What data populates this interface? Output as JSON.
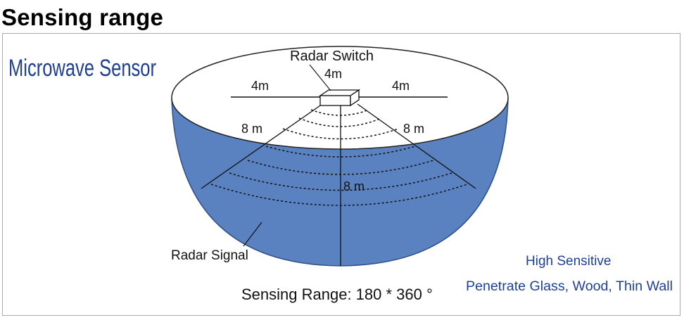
{
  "title": "Sensing range",
  "sensor_type": "Microwave Sensor",
  "device_label": "Radar Switch",
  "distances": {
    "top": "4m",
    "left": "4m",
    "right": "4m",
    "diag_left": "8 m",
    "diag_right": "8 m",
    "down": "8 m"
  },
  "signal_label": "Radar Signal",
  "sensing_range": "Sensing Range: 180 * 360 °",
  "features": [
    "High Sensitive",
    "Penetrate Glass, Wood, Thin Wall"
  ],
  "colors": {
    "bowl": "#5b82c0",
    "bowl_edge": "#3a5f9c",
    "title_blue": "#203f93",
    "feature_blue": "#1e3f9a"
  }
}
